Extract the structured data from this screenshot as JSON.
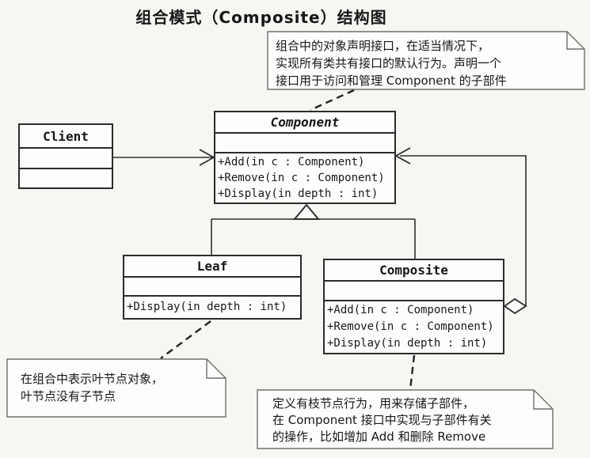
{
  "title": "组合模式（Composite）结构图",
  "classes": {
    "client": {
      "name": "Client"
    },
    "component": {
      "name": "Component",
      "stereotype": "abstract",
      "methods": [
        "+Add(in c : Component)",
        "+Remove(in c : Component)",
        "+Display(in depth : int)"
      ]
    },
    "leaf": {
      "name": "Leaf",
      "methods": [
        "+Display(in depth : int)"
      ]
    },
    "composite": {
      "name": "Composite",
      "methods": [
        "+Add(in c : Component)",
        "+Remove(in c : Component)",
        "+Display(in depth : int)"
      ]
    }
  },
  "notes": {
    "component_note": {
      "lines": [
        "组合中的对象声明接口，在适当情况下，",
        "实现所有类共有接口的默认行为。声明一个",
        "接口用于访问和管理 Component 的子部件"
      ]
    },
    "leaf_note": {
      "lines": [
        "在组合中表示叶节点对象，",
        "叶节点没有子节点"
      ]
    },
    "composite_note": {
      "lines": [
        "定义有枝节点行为，用来存储子部件，",
        "在 Component 接口中实现与子部件有关",
        "的操作，比如增加 Add 和删除 Remove"
      ]
    }
  },
  "relationships": {
    "client_to_component": "association",
    "leaf_to_component": "generalization",
    "composite_to_component": "generalization",
    "composite_aggregates_component": "aggregation"
  },
  "colors": {
    "line": "#2e2e2e",
    "note_border": "#6e6e6e",
    "box_fill": "#fdfdfc",
    "page_bg": "#f7f6f3"
  }
}
